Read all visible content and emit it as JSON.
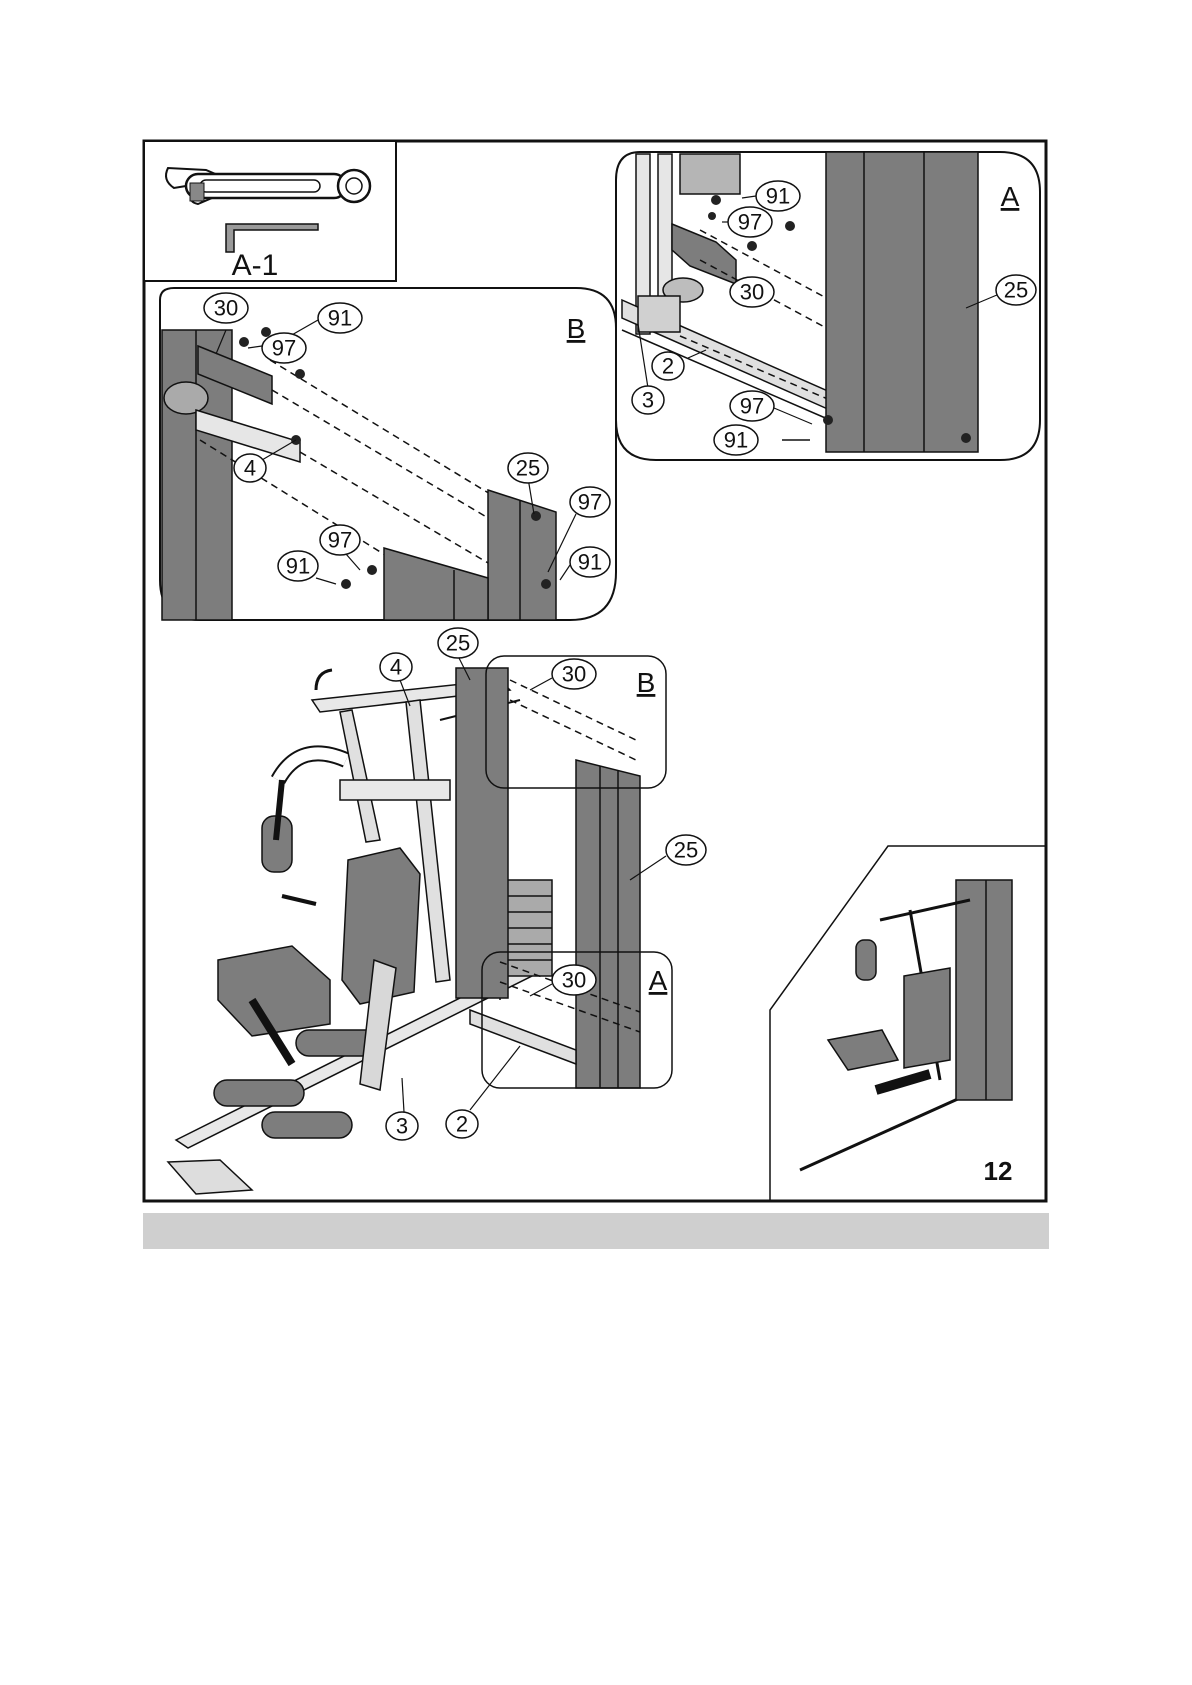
{
  "tools_panel": {
    "label": "A-1",
    "items": [
      "wrench-icon",
      "allen-key-icon"
    ]
  },
  "inset_a": {
    "letter": "A"
  },
  "inset_b": {
    "letter": "B"
  },
  "main_insets": {
    "a_letter": "A",
    "b_letter": "B"
  },
  "step": {
    "number": "12"
  },
  "callouts": {
    "inset_a": [
      "91",
      "97",
      "30",
      "25",
      "2",
      "3",
      "97",
      "91"
    ],
    "inset_b": [
      "30",
      "91",
      "97",
      "4",
      "25",
      "97",
      "91",
      "97",
      "91"
    ],
    "main": [
      "25",
      "4",
      "30",
      "25",
      "30",
      "3",
      "2"
    ]
  },
  "colors": {
    "panel_gray": "#7d7d7d",
    "light_gray": "#d4d4d4",
    "footer": "#cfcfcf",
    "line": "#111111"
  }
}
